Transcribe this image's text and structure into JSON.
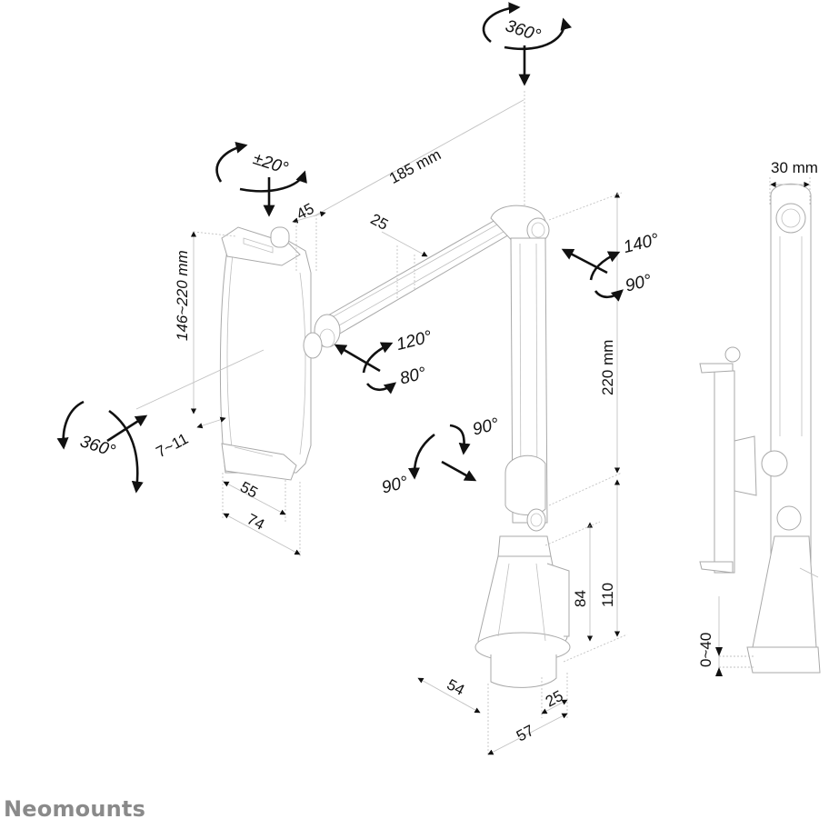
{
  "brand": {
    "name": "Neomounts"
  },
  "colors": {
    "line_art": "#a9a9a9",
    "annotation": "#111111",
    "brand_text": "#8a8a8a",
    "background": "#ffffff"
  },
  "rotation_labels": {
    "base_swivel": "360°",
    "holder_tilt": "±20°",
    "holder_rotate": "360°",
    "elbow_upper_up": "140°",
    "elbow_upper_down": "90°",
    "elbow_front_up": "120°",
    "elbow_front_down": "80°",
    "lower_joint_left": "90°",
    "lower_joint_right": "90°"
  },
  "dimensions": {
    "arm_length": "185 mm",
    "arm_offset": "45",
    "arm_width": "25",
    "holder_range": "146~220 mm",
    "device_depth": "7~11",
    "clamp_inner": "55",
    "clamp_outer": "74",
    "upright_height": "220 mm",
    "base_height_short": "84",
    "base_height_total": "110",
    "base_width": "54",
    "base_depth_small": "25",
    "base_depth": "57",
    "side_width": "30 mm",
    "desk_thickness": "0~40"
  }
}
